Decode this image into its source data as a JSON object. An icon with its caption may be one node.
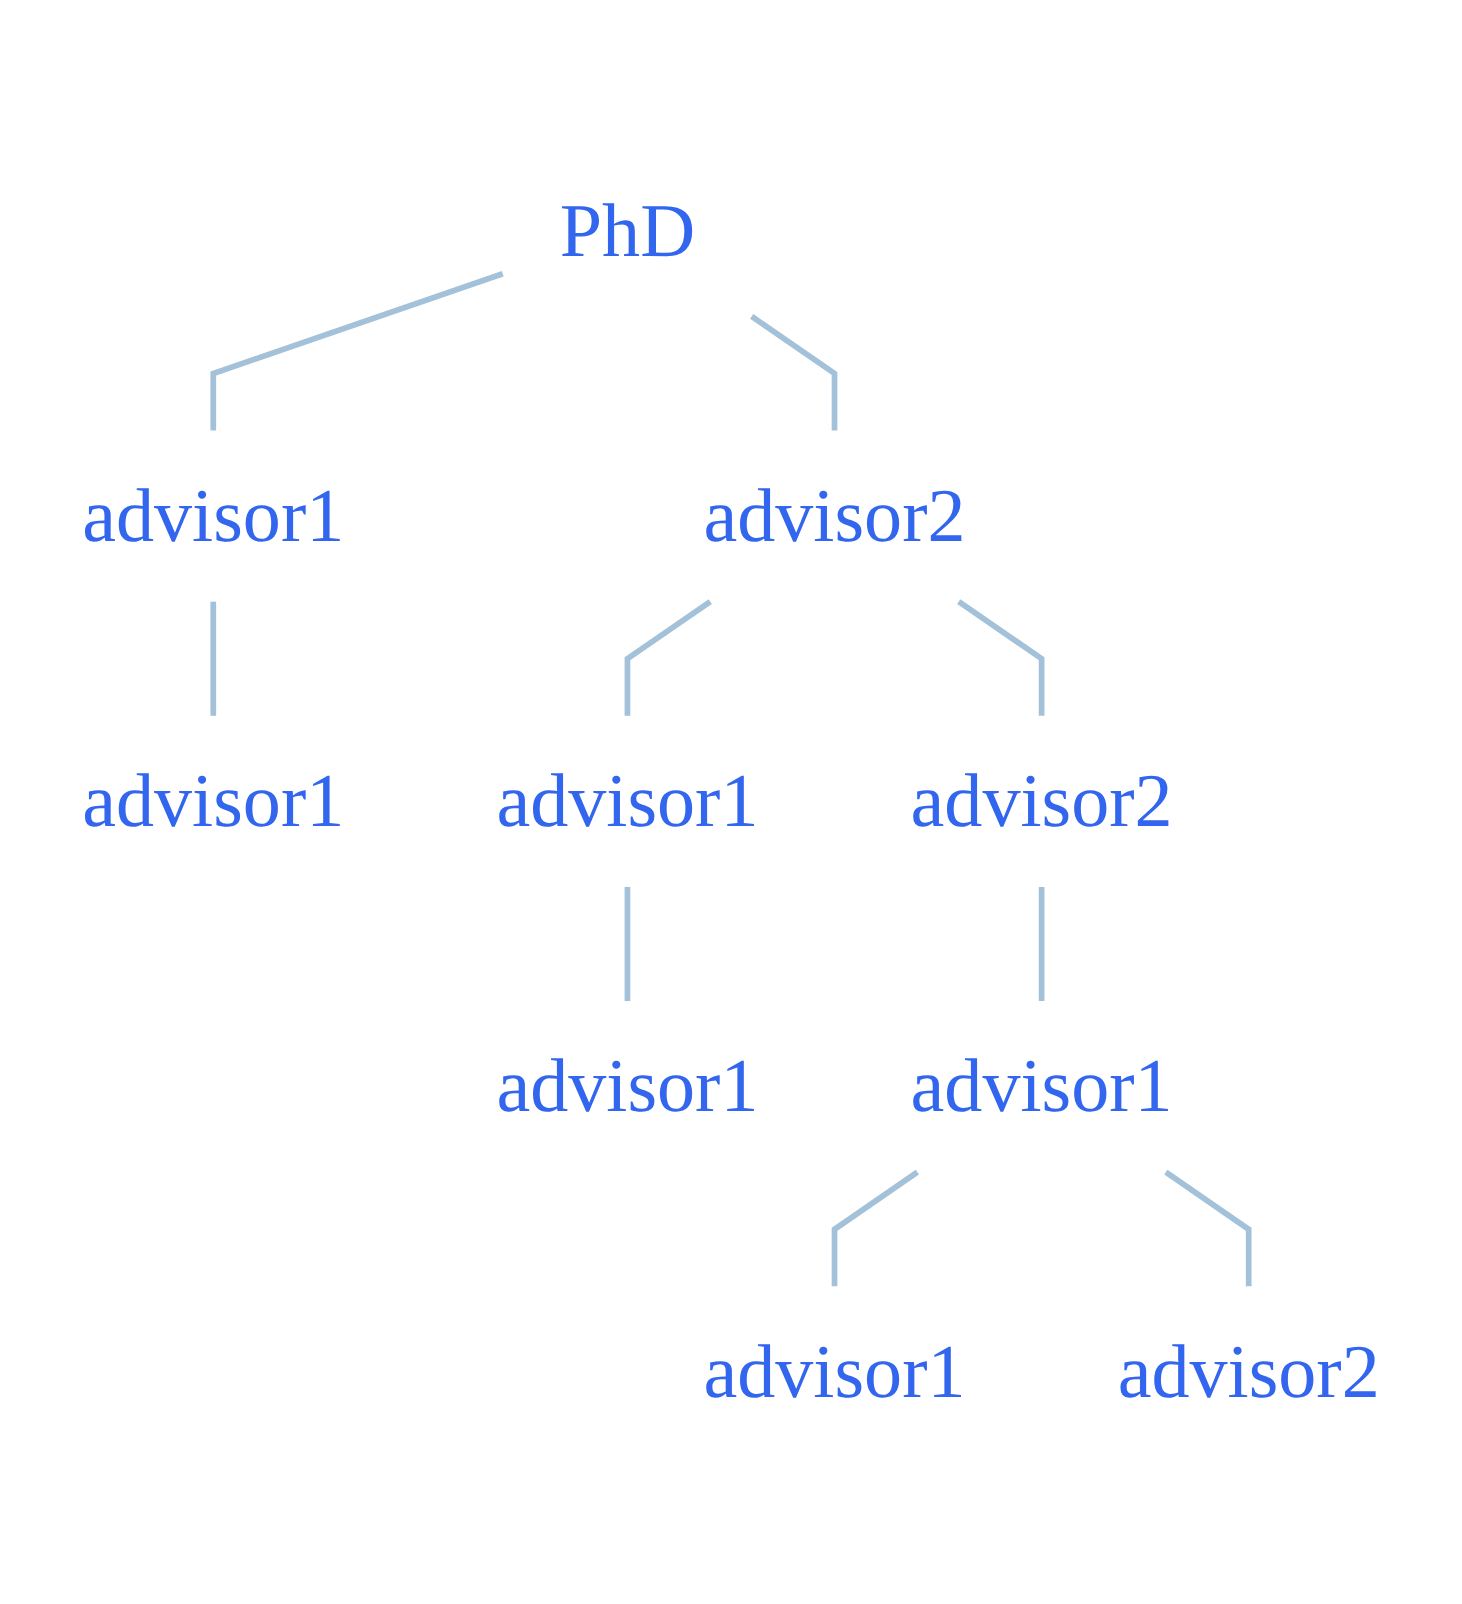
{
  "diagram": {
    "nodes": [
      {
        "text": [
          "PhD"
        ]
      },
      {
        "text": [
          "advisor1"
        ]
      },
      {
        "text": [
          "advisor2"
        ]
      },
      {
        "text": [
          "advisor1"
        ]
      },
      {
        "text": [
          "advisor1"
        ]
      },
      {
        "text": [
          "advisor2"
        ]
      },
      {
        "text": [
          "advisor1"
        ]
      },
      {
        "text": [
          "advisor1"
        ]
      },
      {
        "text": [
          "advisor1"
        ]
      },
      {
        "text": [
          "advisor2"
        ]
      }
    ],
    "edges": [
      {
        "from": 0,
        "to": 1,
        "arrow": "none"
      },
      {
        "from": 0,
        "to": 2,
        "arrow": "none"
      },
      {
        "from": 1,
        "to": 3,
        "arrow": "none"
      },
      {
        "from": 2,
        "to": 4,
        "arrow": "none"
      },
      {
        "from": 2,
        "to": 5,
        "arrow": "none"
      },
      {
        "from": 4,
        "to": 6,
        "arrow": "none"
      },
      {
        "from": 5,
        "to": 7,
        "arrow": "none"
      },
      {
        "from": 7,
        "to": 8,
        "arrow": "none"
      },
      {
        "from": 7,
        "to": 9,
        "arrow": "none"
      }
    ]
  }
}
